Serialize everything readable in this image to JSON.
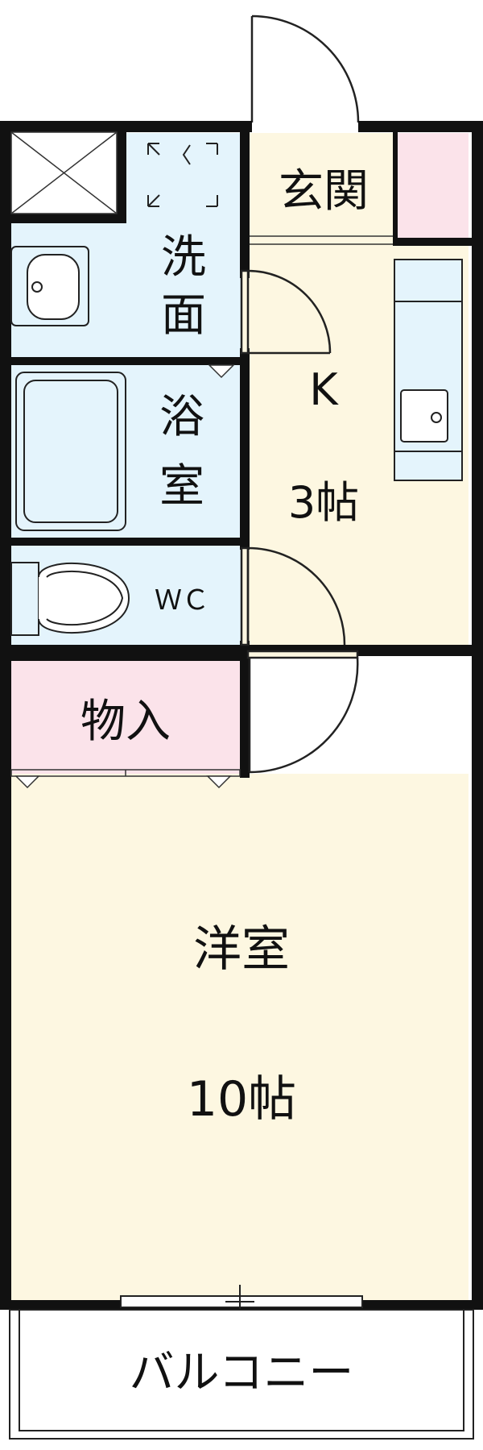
{
  "rooms": {
    "entrance": "玄関",
    "washroom": [
      "洗",
      "面"
    ],
    "bathroom": [
      "浴",
      "室"
    ],
    "toilet": "ＷＣ",
    "kitchen": {
      "name": "K",
      "size": "3帖"
    },
    "storage": "物入",
    "western_room": {
      "name": "洋室",
      "size": "10帖"
    },
    "balcony": "バルコニー"
  },
  "colors": {
    "wall": "#111111",
    "cream_floor": "#fdf7e1",
    "blue_floor": "#e4f4fc",
    "pink_floor": "#fbe3ea",
    "fixture_stroke": "#222222"
  }
}
